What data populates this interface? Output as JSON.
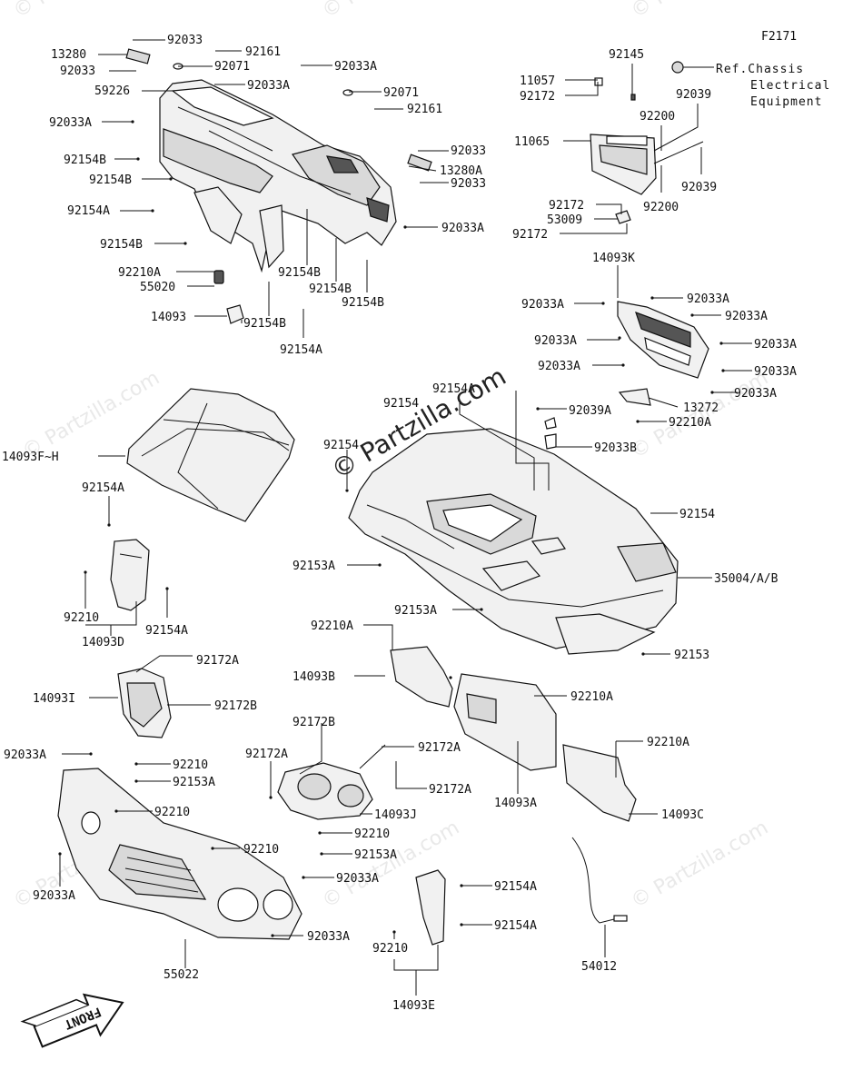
{
  "figure_id": "F2171",
  "reference": [
    "Ref.Chassis",
    "Electrical",
    "Equipment"
  ],
  "front_label": "FRONT",
  "watermark": "© Partzilla.com",
  "watermark_faint": "© Partzilla.com",
  "labels": {
    "l001": "92033",
    "l002": "92161",
    "l003": "13280",
    "l004": "92071",
    "l005": "92033A",
    "l006": "92033",
    "l007": "59226",
    "l008": "92033A",
    "l009": "92071",
    "l010": "92161",
    "l011": "92033A",
    "l012": "92033",
    "l013": "13280A",
    "l014": "92033",
    "l015": "92154B",
    "l016": "92154B",
    "l017": "92154A",
    "l018": "92033A",
    "l019": "92154B",
    "l020": "92210A",
    "l021": "55020",
    "l022": "92154B",
    "l023": "92154B",
    "l024": "92154B",
    "l025": "14093",
    "l026": "92154B",
    "l027": "92154A",
    "l028": "92145",
    "l029": "11057",
    "l030": "92172",
    "l031": "92039",
    "l032": "92200",
    "l033": "11065",
    "l034": "92039",
    "l035": "92200",
    "l036": "92172",
    "l037": "53009",
    "l038": "92172",
    "l039": "14093K",
    "l040": "92033A",
    "l041": "92033A",
    "l042": "92033A",
    "l043": "92033A",
    "l044": "92033A",
    "l045": "92033A",
    "l046": "92033A",
    "l047": "92033A",
    "l048": "13272",
    "l049": "92210A",
    "l050": "14093F~H",
    "l051": "92154A",
    "l052": "92154",
    "l053": "92039A",
    "l054": "92154A",
    "l055": "92033B",
    "l056": "92154",
    "l057": "92210",
    "l058": "92154A",
    "l059": "14093D",
    "l060": "92153A",
    "l061": "35004/A/B",
    "l062": "92153A",
    "l063": "92153",
    "l064": "92172A",
    "l065": "14093I",
    "l066": "92172B",
    "l067": "92210A",
    "l068": "14093B",
    "l069": "92210A",
    "l070": "92033A",
    "l071": "92210",
    "l072": "92153A",
    "l073": "92172B",
    "l074": "92172A",
    "l075": "92172A",
    "l076": "92210A",
    "l077": "92172A",
    "l078": "14093J",
    "l079": "14093A",
    "l080": "14093C",
    "l081": "92210",
    "l082": "92210",
    "l083": "92153A",
    "l084": "92210",
    "l085": "92033A",
    "l086": "92033A",
    "l087": "92154A",
    "l088": "92154A",
    "l089": "92210",
    "l090": "55022",
    "l091": "92033A",
    "l092": "54012",
    "l093": "14093E"
  }
}
